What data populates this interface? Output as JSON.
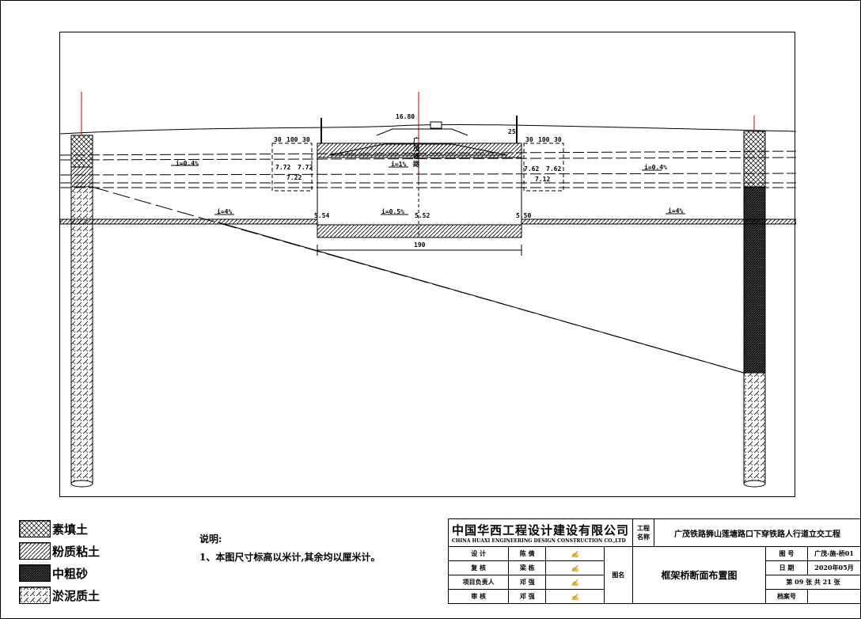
{
  "drawing": {
    "labels": {
      "elev_top": "16.80",
      "dim_left_a": "30",
      "dim_left_b": "100",
      "dim_left_c": "30",
      "dim_right_a": "30",
      "dim_right_b": "100",
      "dim_right_c": "30",
      "elev_l1": "7.72",
      "elev_l2": "7.72",
      "elev_l3": "7.22",
      "elev_r1": "7.62",
      "elev_r2": "7.62",
      "elev_r3": "7.12",
      "dim_25": "25",
      "slope_left_upper": "i=0.4%",
      "slope_mid_upper": "i=1%",
      "slope_right_upper": "i=0.4%",
      "slope_left_lower": "i=4%",
      "slope_mid_lower": "i=0.5%",
      "slope_right_lower": "i=4%",
      "elev_b1": "5.54",
      "elev_b2": "5.52",
      "elev_b3": "5.50",
      "span_width": "190",
      "track_a": "广",
      "track_b": "茂",
      "track_c": "铁",
      "track_d": "路"
    }
  },
  "legend": [
    {
      "label": "素填土",
      "pattern": "crosshatch"
    },
    {
      "label": "粉质粘土",
      "pattern": "diagonal"
    },
    {
      "label": "中粗砂",
      "pattern": "dense"
    },
    {
      "label": "淤泥质土",
      "pattern": "dashdiag"
    }
  ],
  "notes": {
    "title": "说明:",
    "line1": "1、本图尺寸标高以米计,其余均以厘米计。"
  },
  "title_block": {
    "company": "中国华西工程设计建设有限公司",
    "company_en": "CHINA HUAXI ENGINEERING DESIGN CONSTRUCTION CO.,LTD",
    "project_label": "工程名称",
    "project_name": "广茂铁路狮山莲塘路口下穿铁路人行道立交工程",
    "rows": [
      {
        "role": "设 计",
        "name": "陈 倩"
      },
      {
        "role": "复 核",
        "name": "梁 栋"
      },
      {
        "role": "项目负责人",
        "name": "邓 强"
      },
      {
        "role": "审 核",
        "name": "邓 强"
      }
    ],
    "drawing_name_label": "图名",
    "drawing_name": "框架桥断面布置图",
    "drawing_no_label": "图 号",
    "drawing_no": "广茂-施-桥01",
    "date_label": "日 期",
    "date": "2020年05月",
    "sheet": "第 09 张 共 21 张",
    "archive_label": "档案号",
    "archive": ""
  }
}
